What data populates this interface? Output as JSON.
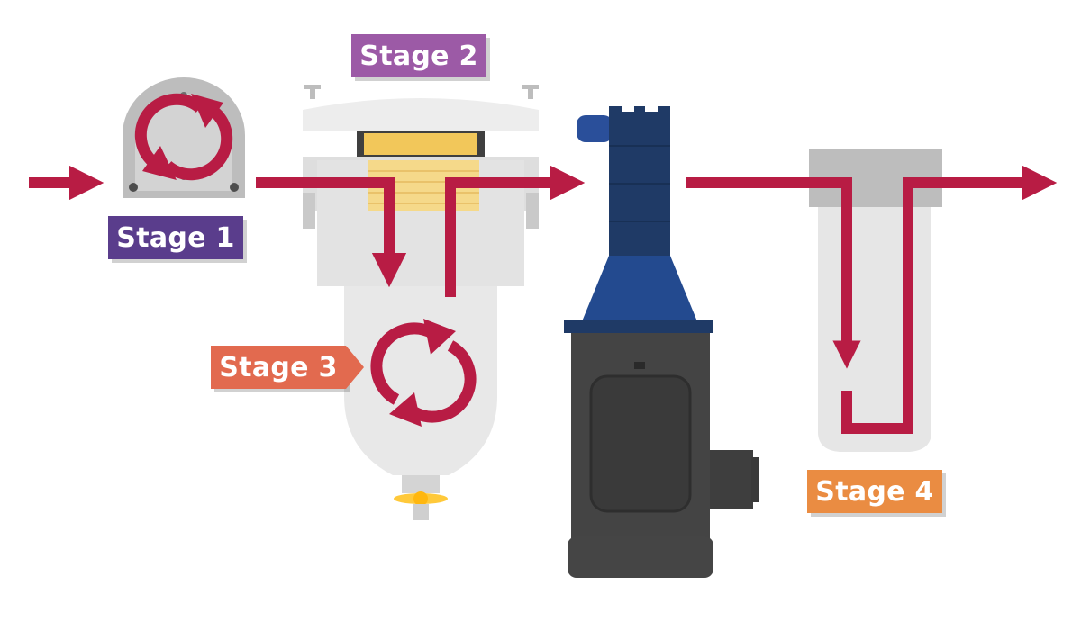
{
  "stages": [
    {
      "id": "stage-1",
      "label": "Stage 1",
      "color": "#5a3d8c"
    },
    {
      "id": "stage-2",
      "label": "Stage 2",
      "color": "#9c5aa6"
    },
    {
      "id": "stage-3",
      "label": "Stage 3",
      "color": "#e26a4f"
    },
    {
      "id": "stage-4",
      "label": "Stage 4",
      "color": "#ea8c42"
    }
  ],
  "colors": {
    "flow_arrow": "#b81c44",
    "housing_light": "#e6e6e6",
    "housing_mid": "#cfcfcf",
    "filter_element": "#f2c75a",
    "pump_blue_dark": "#1f3a66",
    "pump_blue": "#234a8f",
    "motor_dark": "#444444",
    "drain_light": "#ffb70f"
  },
  "icons": {
    "stage_1": "recirculation-arrows-icon",
    "stage_3": "recirculation-arrows-icon",
    "flow": "flow-arrow-icon"
  }
}
